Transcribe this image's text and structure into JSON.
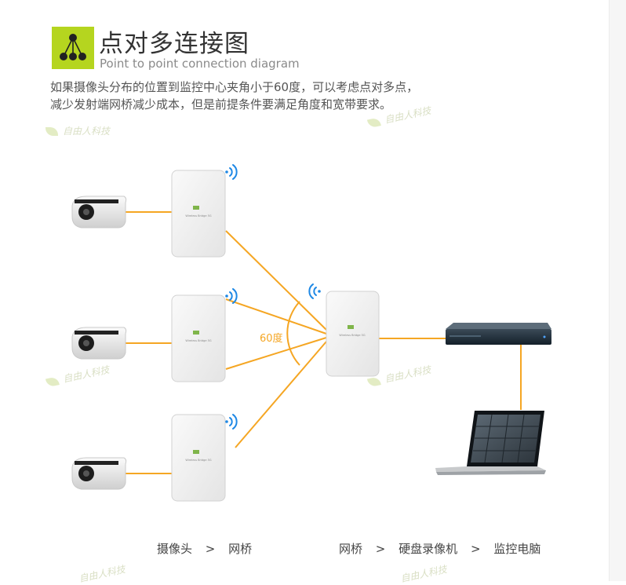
{
  "header": {
    "title": "点对多连接图",
    "subtitle": "Point to point connection diagram"
  },
  "description": {
    "line1": "如果摄像头分布的位置到监控中心夹角小于60度，可以考虑点对多点，",
    "line2": "减少发射端网桥减少成本，但是前提条件要满足角度和宽带要求。"
  },
  "diagram": {
    "angle_label": "60度",
    "device_chip_text": "Wireless Bridge 5G"
  },
  "footer": {
    "left_flow": {
      "item1": "摄像头",
      "sep": ">",
      "item2": "网桥"
    },
    "right_flow": {
      "item1": "网桥",
      "sep1": ">",
      "item2": "硬盘录像机",
      "sep2": ">",
      "item3": "监控电脑"
    }
  },
  "watermark": {
    "text": "自由人科技"
  },
  "colors": {
    "accent": "#b5d51f",
    "link": "#f5a623",
    "wifi": "#1e88e5"
  }
}
